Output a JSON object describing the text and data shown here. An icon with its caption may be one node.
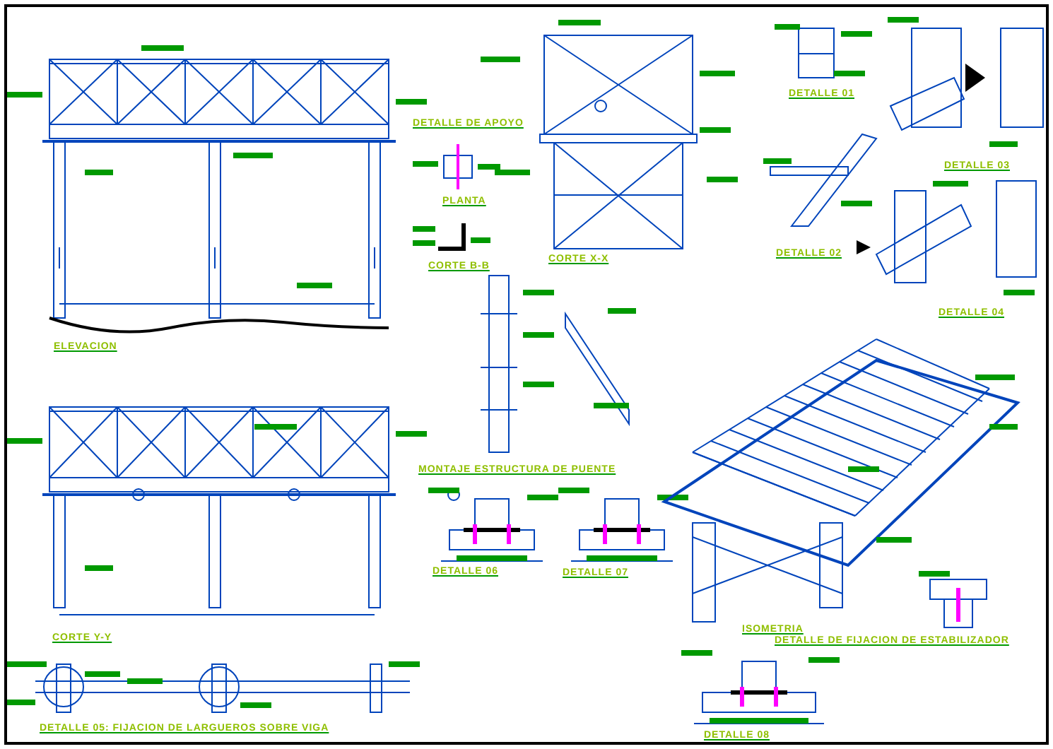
{
  "diagram": {
    "labels": [
      "DETALLE 01",
      "DETALLE DE APOYO",
      "DETALLE 03",
      "PLANTA",
      "DETALLE 02",
      "CORTE X-X",
      "CORTE B-B",
      "DETALLE 04",
      "ELEVACION",
      "MONTAJE ESTRUCTURA DE PUENTE",
      "DETALLE 06",
      "DETALLE 07",
      "ISOMETRIA",
      "CORTE Y-Y",
      "DETALLE DE FIJACION DE ESTABILIZADOR",
      "DETALLE 05: FIJACION DE LARGUEROS SOBRE VIGA",
      "DETALLE 08"
    ]
  }
}
